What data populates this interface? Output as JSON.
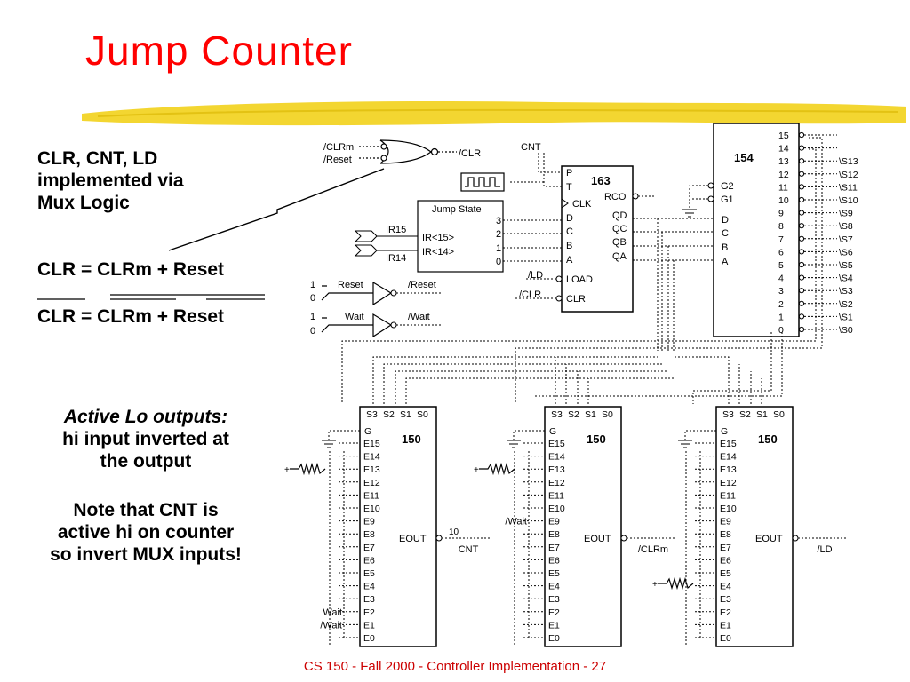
{
  "slide": {
    "title": "Jump Counter",
    "footer": "CS 150 - Fall 2000 - Controller Implementation - 27",
    "accent_color": "#ff0000",
    "highlight_color": "#f2d21b"
  },
  "left_text": {
    "intro": [
      "CLR, CNT, LD",
      "implemented via",
      "Mux Logic"
    ],
    "eq1": "CLR = CLRm + Reset",
    "eq2": "CLR = CLRm + Reset",
    "active_lo": [
      "Active Lo outputs:",
      "hi input inverted at",
      "the output"
    ],
    "note": [
      "Note that CNT is",
      "active hi on counter",
      "so invert MUX inputs!"
    ]
  },
  "or_gate": {
    "in1": "/CLRm",
    "in2": "/Reset",
    "out": "/CLR"
  },
  "counter": {
    "chip": "163",
    "cnt": "CNT",
    "pins_left": [
      "P",
      "T",
      "CLK",
      "D",
      "C",
      "B",
      "A",
      "LOAD",
      "CLR"
    ],
    "pins_right": [
      "RCO",
      "QD",
      "QC",
      "QB",
      "QA"
    ],
    "ld": "/LD",
    "clr": "/CLR"
  },
  "jump_state": {
    "title": "Jump State",
    "rows": [
      "IR<15>",
      "IR<14>"
    ],
    "outputs": [
      "3",
      "2",
      "1",
      "0"
    ],
    "ir15": "IR15",
    "ir14": "IR14"
  },
  "buffers": [
    {
      "label": "Reset",
      "out": "/Reset",
      "hi": "1",
      "lo": "0"
    },
    {
      "label": "Wait",
      "out": "/Wait",
      "hi": "1",
      "lo": "0"
    }
  ],
  "decoder": {
    "chip": "154",
    "inputs": [
      "G2",
      "G1",
      "D",
      "C",
      "B",
      "A"
    ],
    "outputs": [
      "15",
      "14",
      "13",
      "12",
      "11",
      "10",
      "9",
      "8",
      "7",
      "6",
      "5",
      "4",
      "3",
      "2",
      "1",
      "0"
    ],
    "out_signals": [
      "\\S13",
      "\\S12",
      "\\S11",
      "\\S10",
      "\\S9",
      "\\S8",
      "\\S7",
      "\\S6",
      "\\S5",
      "\\S4",
      "\\S3",
      "\\S2",
      "\\S1",
      "\\S0"
    ]
  },
  "muxes": [
    {
      "chip": "150",
      "out_label": "EOUT",
      "out_signal": "CNT",
      "out_value": "10",
      "in_labels": [
        {
          "text": "Wait",
          "pin": "E2"
        },
        {
          "text": "/Wait",
          "pin": "E1"
        }
      ]
    },
    {
      "chip": "150",
      "out_label": "EOUT",
      "out_signal": "/CLRm",
      "out_value": "",
      "in_labels": [
        {
          "text": "/Wait",
          "pin": "E9"
        }
      ]
    },
    {
      "chip": "150",
      "out_label": "EOUT",
      "out_signal": "/LD",
      "out_value": "",
      "in_labels": []
    }
  ],
  "mux_pins": {
    "select": [
      "S3",
      "S2",
      "S1",
      "S0"
    ],
    "g": "G",
    "inputs": [
      "E15",
      "E14",
      "E13",
      "E12",
      "E11",
      "E10",
      "E9",
      "E8",
      "E7",
      "E6",
      "E5",
      "E4",
      "E3",
      "E2",
      "E1",
      "E0"
    ]
  }
}
